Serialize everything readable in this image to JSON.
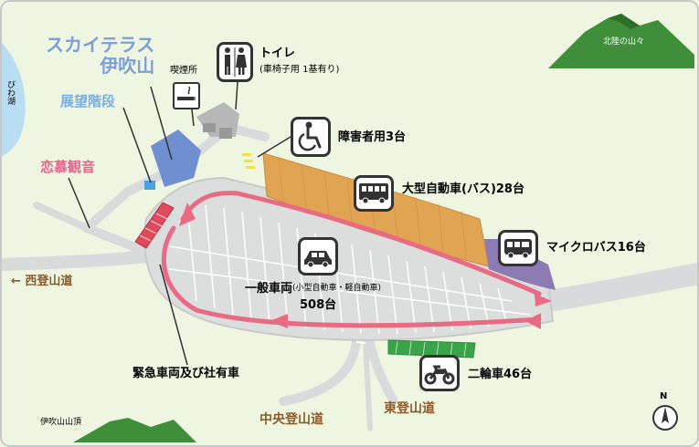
{
  "colors": {
    "sky_blue_title": "#7b9fd6",
    "observation_blue": "#7aaee0",
    "kannon_pink": "#e0668c",
    "trail_brown": "#8a5a2b",
    "bus_parking": "#e0a453",
    "micro_bus_parking": "#8c7bb3",
    "bike_parking": "#3aa44a",
    "emergency_parking": "#e04a5a",
    "route_arrow": "#e86a83",
    "lake": "#b9ddf3",
    "mountain": "#3f8f3a"
  },
  "labels": {
    "lake": "びわ湖",
    "hokuriku_mountains": "北陸の山々",
    "summit": "伊吹山山頂",
    "sky_terrace": "スカイテラス\n伊吹山",
    "smoking_area": "喫煙所",
    "toilet": "トイレ",
    "toilet_note": "(車椅子用 1基有り)",
    "observation_stairs": "展望階段",
    "kannon": "恋慕観音",
    "disabled_parking": "障害者用3台",
    "large_bus": "大型自動車(バス)28台",
    "microbus": "マイクロバス16台",
    "general_vehicles": "一般車両",
    "general_note": "(小型自動車・軽自動車)",
    "general_count": "508台",
    "west_trail": "← 西登山道",
    "emergency": "緊急車両及び社有車",
    "central_trail": "中央登山道",
    "east_trail": "東登山道",
    "motorbike": "二輪車46台",
    "north": "N"
  },
  "icons": {
    "toilet": "toilet-icon",
    "smoking": "smoking-icon",
    "wheelchair": "wheelchair-icon",
    "bus": "bus-icon",
    "microbus": "microbus-icon",
    "car": "car-icon",
    "motorbike": "motorbike-icon",
    "compass": "north-compass-icon"
  }
}
